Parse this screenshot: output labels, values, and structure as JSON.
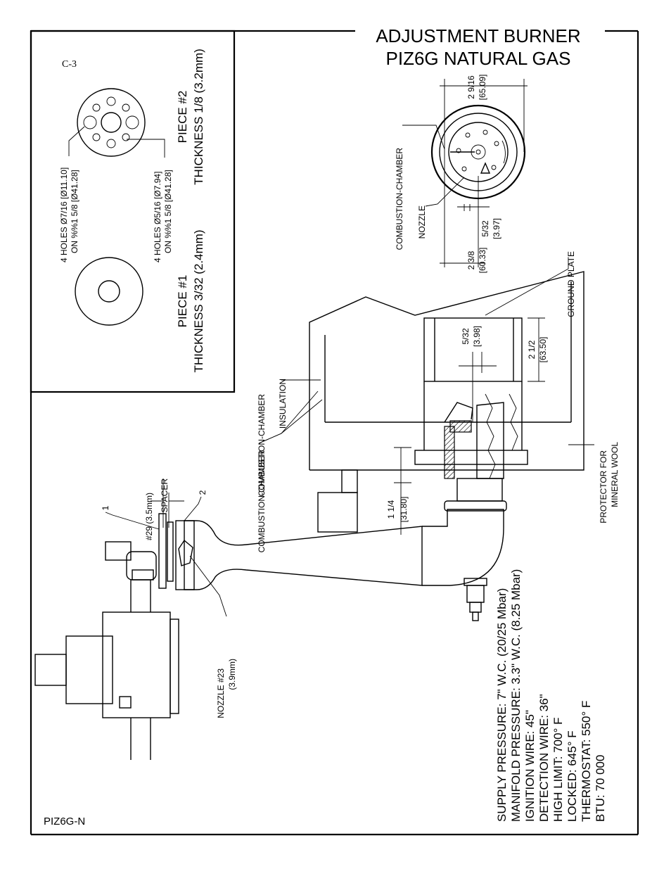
{
  "title": {
    "line1": "ADJUSTMENT BURNER",
    "line2": "PIZ6G NATURAL GAS"
  },
  "detail_box": {
    "ref": "C-3",
    "piece1": {
      "name": "PIECE #1",
      "thickness": "THICKNESS 3/32 (2.4mm)"
    },
    "piece2": {
      "name": "PIECE #2",
      "thickness": "THICKNESS 1/8 (3.2mm)"
    },
    "holes_large": {
      "line1": "4 HOLES Ø7/16 [Ø11.10]",
      "line2": "ON %%1 5/8 [Ø41.28]"
    },
    "holes_small": {
      "line1": "4 HOLES Ø5/16 [Ø7.94]",
      "line2": "ON %%1 5/8 [Ø41.28]"
    }
  },
  "top_view": {
    "combustion_chamber": "COMBUSTION-CHAMBER",
    "nozzle": "NOZZLE",
    "dim_width": {
      "imperial": "2 9/16",
      "metric": "[65.09]"
    },
    "dim_offset": {
      "imperial": "2 3/8",
      "metric": "[60.33]"
    },
    "dim_gap": {
      "imperial": "5/32",
      "metric": "[3.97]"
    }
  },
  "labels": {
    "ground_plate": "GROUND PLATE",
    "insulation": "INSULATION",
    "combustion_chamber_top": "COMBUSTION-CHAMBER",
    "combustion_chamber_bottom": "COMBUSTION-CHAMBER",
    "protector": {
      "line1": "PROTECTOR FOR",
      "line2": "MINERAL WOOL"
    },
    "spacer": "SPACER",
    "spacer_size": "#29 (3.5mm)",
    "callout_1": "1",
    "callout_2": "2",
    "nozzle_side": {
      "line1": "NOZZLE #23",
      "line2": "(3.9mm)"
    }
  },
  "dimensions": {
    "chamber_gap": {
      "imperial": "5/32",
      "metric": "[3.98]"
    },
    "chamber_height": {
      "imperial": "2 1/2",
      "metric": "[63.50]"
    },
    "tube_height": {
      "imperial": "1 1/4",
      "metric": "[31.80]"
    }
  },
  "specs": [
    "SUPPLY PRESSURE: 7\" W.C. (20/25 Mbar)",
    "MANIFOLD PRESSURE: 3.3\" W.C. (8.25 Mbar)",
    "IGNITION WIRE: 45\"",
    "DETECTION WIRE: 36\"",
    "HIGH LIMIT: 700° F",
    "LOCKED: 645° F",
    "THERMOSTAT: 550° F",
    "BTU: 70 000"
  ],
  "model_code": "PIZ6G-N"
}
